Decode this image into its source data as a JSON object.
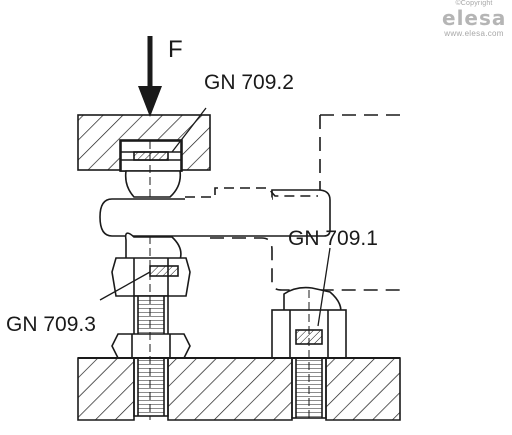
{
  "labels": {
    "force": "F",
    "gn_709_2": "GN 709.2",
    "gn_709_1": "GN 709.1",
    "gn_709_3": "GN 709.3"
  },
  "watermark": {
    "copyright": "©Copyright",
    "logo": "elesa",
    "url": "www.elesa.com"
  },
  "colors": {
    "ink": "#1a1a1a",
    "watermark": "#b0b0b0",
    "background": "#ffffff"
  }
}
